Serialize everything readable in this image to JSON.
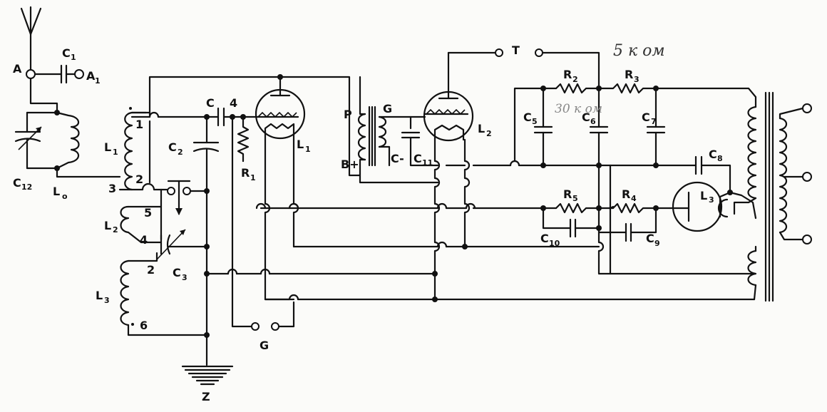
{
  "labels": {
    "A": "A",
    "A1": "A",
    "A1_sub": "1",
    "C1": "C",
    "C1_sub": "1",
    "C12": "C",
    "C12_sub": "12",
    "Lo": "L",
    "Lo_sub": "o",
    "L1": "L",
    "L1_sub": "1",
    "L2": "L",
    "L2_sub": "2",
    "L3": "L",
    "L3_sub": "3",
    "n1": "1",
    "n2a": "2",
    "n3": "3",
    "n5": "5",
    "n4a": "4",
    "n2b": "2",
    "n6": "6",
    "C": "C",
    "n4b": "4",
    "C2": "C",
    "C2_sub": "2",
    "C3": "C",
    "C3_sub": "3",
    "R1": "R",
    "R1_sub": "1",
    "tubeL1": "L",
    "tubeL1_sub": "1",
    "G1": "G",
    "G2": "G",
    "Z": "Z",
    "P": "P",
    "Bplus": "B+",
    "Cminus": "C-",
    "C11": "C",
    "C11_sub": "11",
    "tubeL2": "L",
    "tubeL2_sub": "2",
    "T": "T",
    "R2": "R",
    "R2_sub": "2",
    "R3": "R",
    "R3_sub": "3",
    "C5": "C",
    "C5_sub": "5",
    "C6": "C",
    "C6_sub": "6",
    "C7": "C",
    "C7_sub": "7",
    "C8": "C",
    "C8_sub": "8",
    "R5": "R",
    "R5_sub": "5",
    "R4": "R",
    "R4_sub": "4",
    "C10": "C",
    "C10_sub": "10",
    "C9": "C",
    "C9_sub": "9",
    "tubeL3": "L",
    "tubeL3_sub": "3",
    "hand_top": "5 к ом",
    "hand_mid": "30 к ом"
  }
}
